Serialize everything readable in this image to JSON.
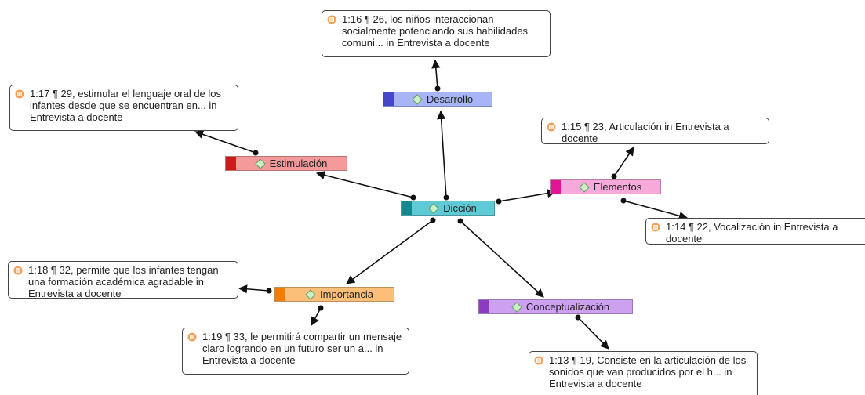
{
  "codes": {
    "desarrollo": {
      "label": "Desarrollo",
      "color": "#a7b4f5",
      "accent": "#4646c8"
    },
    "estimulacion": {
      "label": "Estimulación",
      "color": "#f59a9a",
      "accent": "#d01a1a"
    },
    "diccion": {
      "label": "Dicción",
      "color": "#5fcad6",
      "accent": "#17878f"
    },
    "elementos": {
      "label": "Elementos",
      "color": "#f7a9dc",
      "accent": "#e01593"
    },
    "importancia": {
      "label": "Importancia",
      "color": "#fbbf7a",
      "accent": "#f27d06"
    },
    "conceptualizacion": {
      "label": "Conceptualización",
      "color": "#cda0f0",
      "accent": "#8a3cc2"
    }
  },
  "quotations": {
    "q126": "1:16 ¶ 26, los niños interaccionan socialmente potenciando sus habilidades comuni... in Entrevista a docente",
    "q129": "1:17 ¶ 29, estimular el lenguaje oral de los infantes desde que se encuentran en... in Entrevista a docente",
    "q123": "1:15 ¶ 23, Articulación in Entrevista a docente",
    "q122": "1:14 ¶ 22, Vocalización in Entrevista a docente",
    "q132": "1:18 ¶ 32, permite que los infantes tengan una formación académica agradable in Entrevista a docente",
    "q133": "1:19 ¶ 33, le permitirá compartir un mensaje claro logrando en un futuro ser un a... in Entrevista a docente",
    "q119": "1:13 ¶ 19, Consiste en la articulación de los sonidos que van producidos por el h... in Entrevista a docente"
  },
  "colors": {
    "quote_icon": "#f2a05a",
    "diamond_fill": "#c9f2c4",
    "diamond_stroke": "#6a9a6a",
    "link": "#111111"
  }
}
